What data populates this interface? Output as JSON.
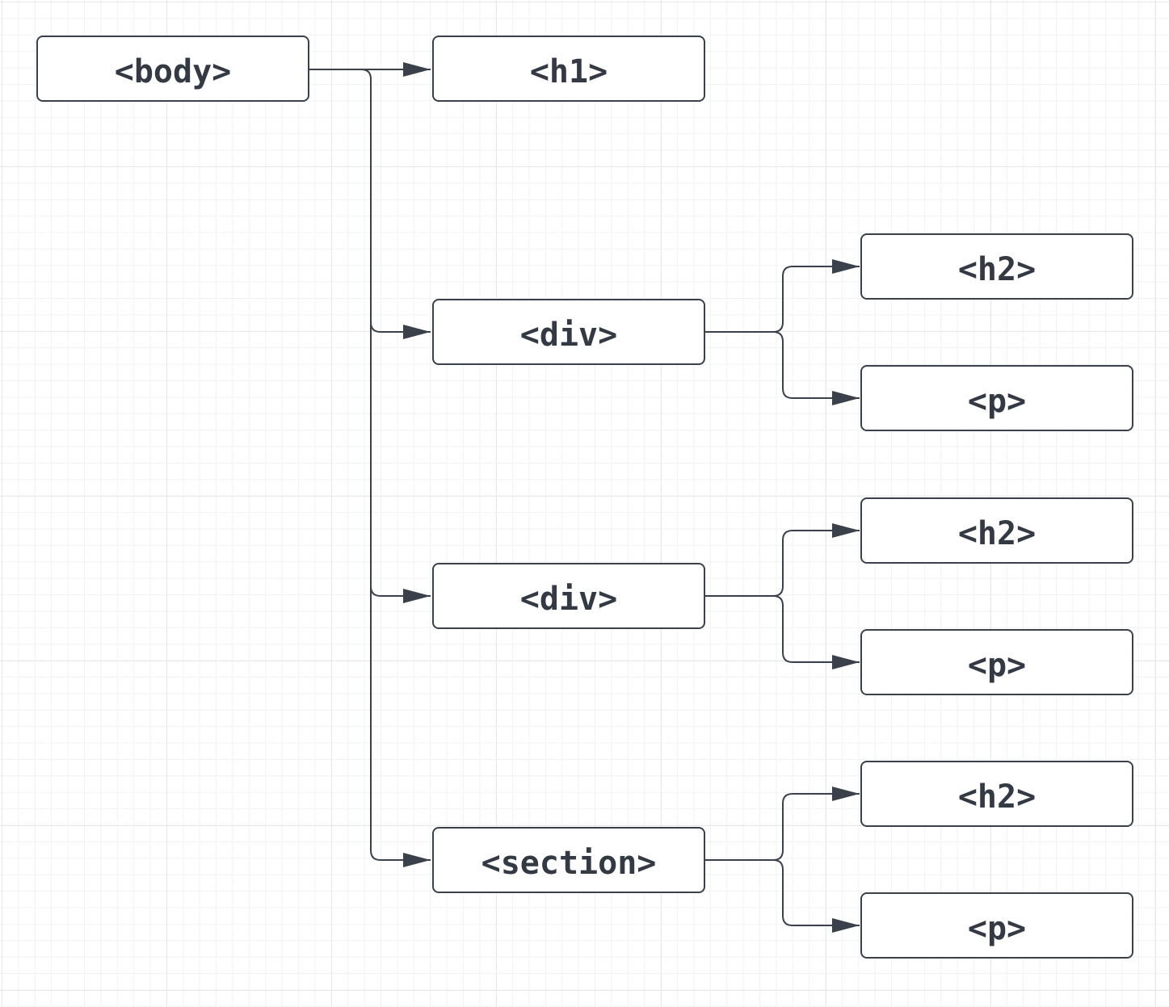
{
  "nodes": {
    "body": "<body>",
    "h1": "<h1>",
    "div_1": "<div>",
    "div_1_h2": "<h2>",
    "div_1_p": "<p>",
    "div_2": "<div>",
    "div_2_h2": "<h2>",
    "div_2_p": "<p>",
    "section": "<section>",
    "section_h2": "<h2>",
    "section_p": "<p>"
  },
  "colors": {
    "stroke": "#3a414b",
    "text": "#333a44",
    "grid": "#e6e8ec"
  }
}
